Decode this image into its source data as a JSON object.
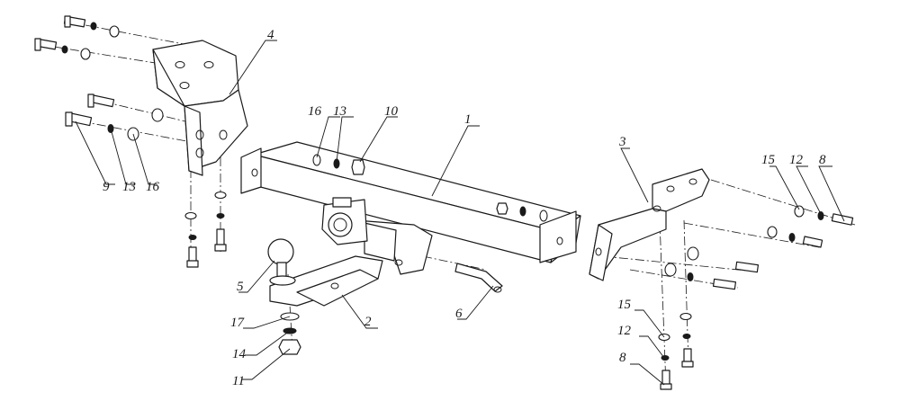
{
  "labels": {
    "l1": "1",
    "l2": "2",
    "l3": "3",
    "l4": "4",
    "l5": "5",
    "l6": "6",
    "l8a": "8",
    "l8b": "8",
    "l9": "9",
    "l10": "10",
    "l11": "11",
    "l12a": "12",
    "l12b": "12",
    "l13a": "13",
    "l13b": "13",
    "l14": "14",
    "l15a": "15",
    "l15b": "15",
    "l16a": "16",
    "l16b": "16",
    "l17": "17"
  }
}
